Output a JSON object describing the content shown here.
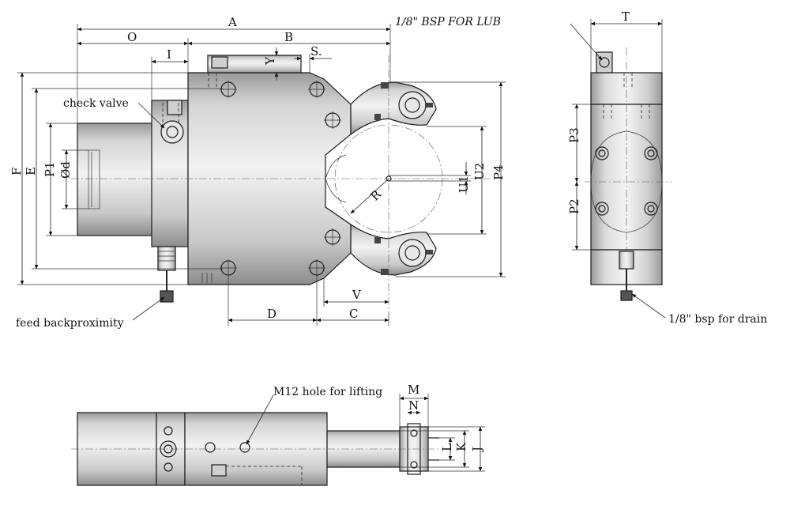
{
  "labels": {
    "A": "A",
    "B": "B",
    "O": "O",
    "I": "I",
    "Y": "Y",
    "S": "S.",
    "F": "F",
    "E": "E",
    "P1": "P1",
    "d": "Ød",
    "R": "R",
    "U1": "U1",
    "U2": "U2",
    "P4": "P4",
    "D": "D",
    "C": "C",
    "V": "V",
    "T": "T",
    "P3": "P3",
    "P2": "P2",
    "M": "M",
    "N": "N",
    "L": "L",
    "K": "K",
    "J": "J"
  },
  "notes": {
    "lub": "1/8\" BSP FOR LUB",
    "check_valve": "check valve",
    "feed_back": "feed backproximity",
    "drain": "1/8\" bsp for drain",
    "lifting": "M12 hole for lifting"
  }
}
